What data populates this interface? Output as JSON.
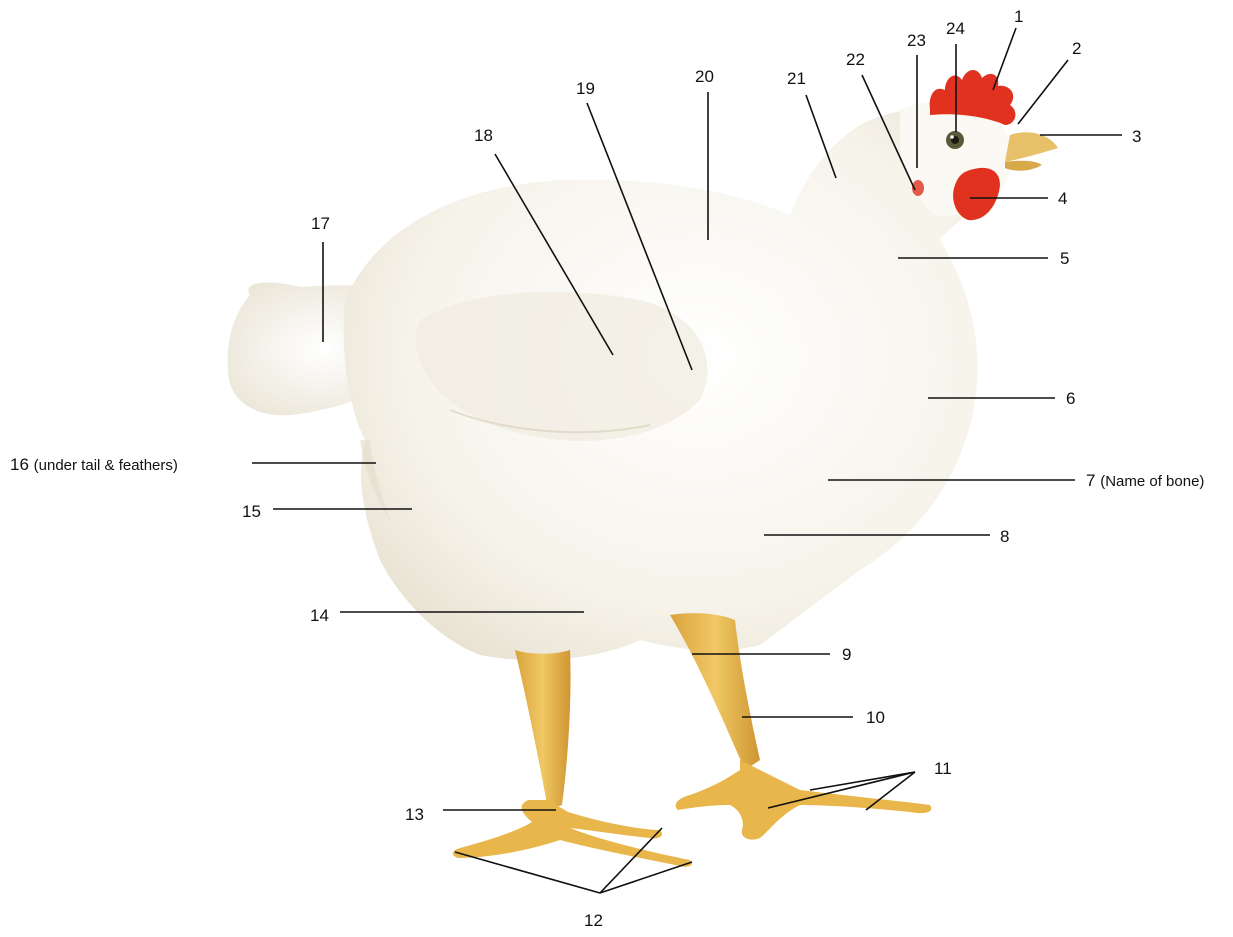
{
  "labels": {
    "l1": "1",
    "l2": "2",
    "l3": "3",
    "l4": "4",
    "l5": "5",
    "l6": "6",
    "l7": "7",
    "l7_note": "(Name of bone)",
    "l8": "8",
    "l9": "9",
    "l10": "10",
    "l11": "11",
    "l12": "12",
    "l13": "13",
    "l14": "14",
    "l15": "15",
    "l16": "16",
    "l16_note": "(under tail &  feathers)",
    "l17": "17",
    "l18": "18",
    "l19": "19",
    "l20": "20",
    "l21": "21",
    "l22": "22",
    "l23": "23",
    "l24": "24"
  },
  "colors": {
    "comb": "#e0321f",
    "feathers": "#f7f4ea",
    "legs": "#e8b64a",
    "beak": "#e9c06a"
  }
}
